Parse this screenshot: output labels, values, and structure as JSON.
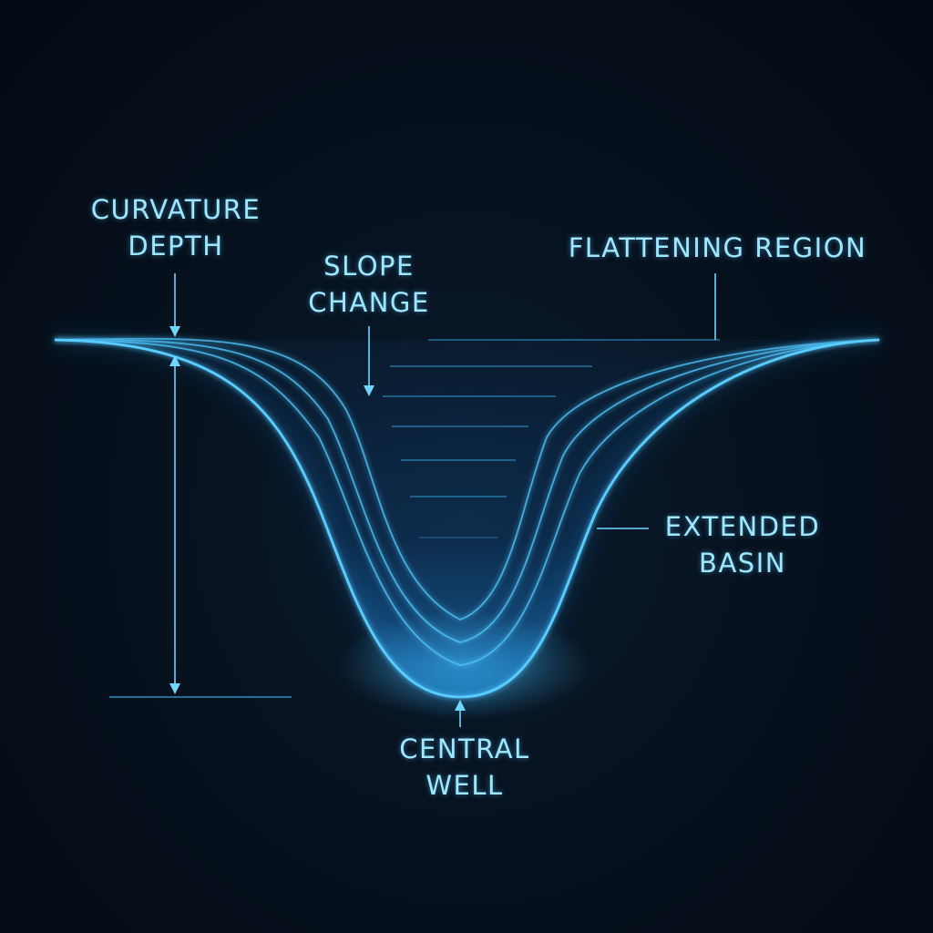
{
  "colors": {
    "background": "#050d17",
    "line": "#5fd2ff",
    "line_glow": "#1e9bff",
    "fill": "#1a7fe0",
    "text": "#9fe6ff"
  },
  "labels": {
    "curvature_depth": [
      "CURVATURE",
      "DEPTH"
    ],
    "slope_change": [
      "SLOPE",
      "CHANGE"
    ],
    "flattening_region": [
      "FLATTENING REGION"
    ],
    "extended_basin": [
      "EXTENDED",
      "BASIN"
    ],
    "central_well": [
      "CENTRAL",
      "WELL"
    ]
  }
}
